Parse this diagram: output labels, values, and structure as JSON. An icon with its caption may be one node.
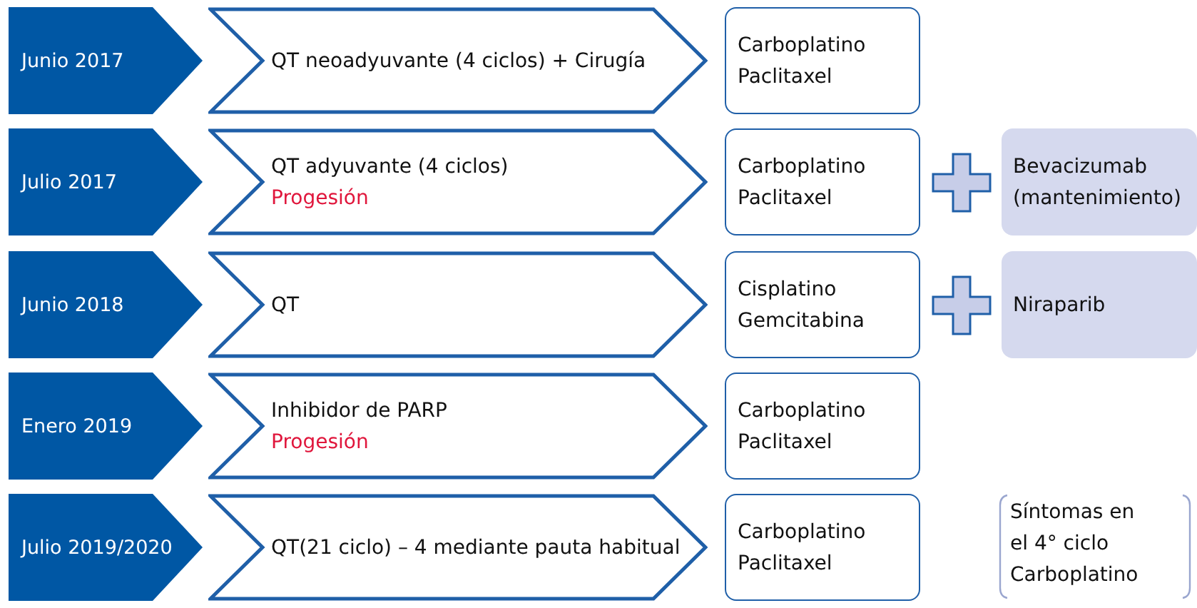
{
  "diagram": {
    "nodes": [
      {
        "text": [
          "Junio 2017"
        ]
      },
      {
        "text": [
          "QT neoadyuvante (4 ciclos) + Cirugía"
        ]
      },
      {
        "text": [
          "Carboplatino",
          "Paclitaxel"
        ]
      },
      {
        "text": [
          "Julio 2017"
        ]
      },
      {
        "text": [
          "QT adyuvante (4 ciclos)",
          "Progesión"
        ]
      },
      {
        "text": [
          "Carboplatino",
          "Paclitaxel"
        ]
      },
      {
        "text": [
          "Bevacizumab (mantenimiento)"
        ]
      },
      {
        "text": [
          "Junio 2018"
        ]
      },
      {
        "text": [
          "QT"
        ]
      },
      {
        "text": [
          "Cisplatino",
          "Gemcitabina"
        ]
      },
      {
        "text": [
          "Niraparib"
        ]
      },
      {
        "text": [
          "Enero 2019"
        ]
      },
      {
        "text": [
          "Inhibidor de PARP",
          "Progesión"
        ]
      },
      {
        "text": [
          "Carboplatino",
          "Paclitaxel"
        ]
      },
      {
        "text": [
          "Julio 2019/2020"
        ]
      },
      {
        "text": [
          "QT(21 ciclo) – 4 mediante pauta habitual"
        ]
      },
      {
        "text": [
          "Carboplatino",
          "Paclitaxel"
        ]
      }
    ],
    "labels": [
      "Síntomas en el 4° ciclo Carboplatino"
    ]
  }
}
